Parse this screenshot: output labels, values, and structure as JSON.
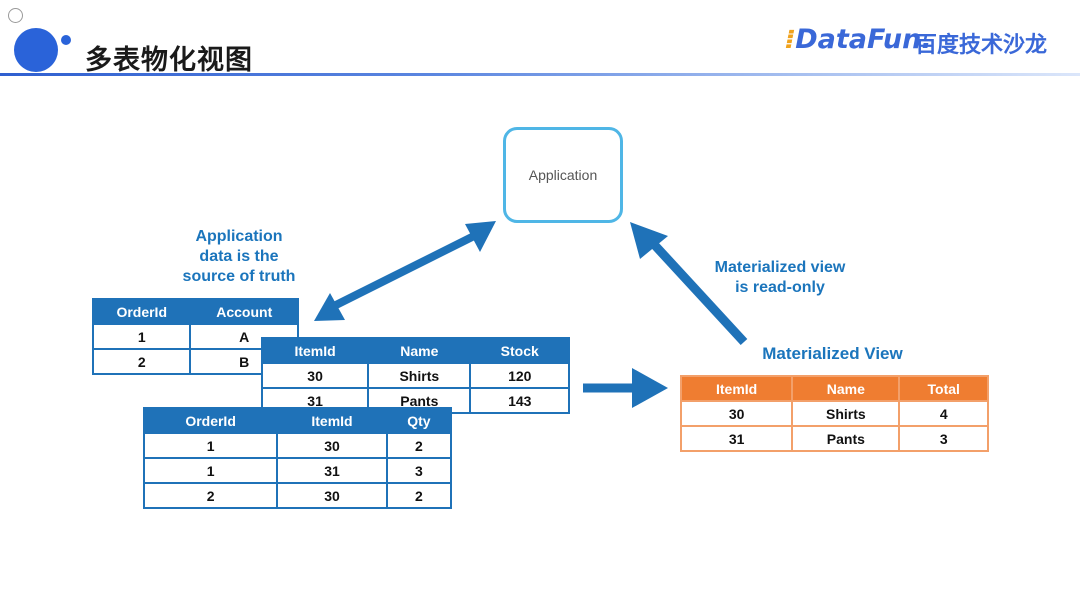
{
  "header": {
    "title": "多表物化视图",
    "logo_datafun": "DataFun.",
    "logo_baidu": "百度技术沙龙"
  },
  "diagram": {
    "application_label": "Application",
    "left_caption": [
      "Application",
      "data is the",
      "source of truth"
    ],
    "right_caption": [
      "Materialized view",
      "is read-only"
    ],
    "mv_title": "Materialized View"
  },
  "tables": {
    "orders": {
      "columns": [
        "OrderId",
        "Account"
      ],
      "rows": [
        [
          "1",
          "A"
        ],
        [
          "2",
          "B"
        ]
      ]
    },
    "items": {
      "columns": [
        "ItemId",
        "Name",
        "Stock"
      ],
      "rows": [
        [
          "30",
          "Shirts",
          "120"
        ],
        [
          "31",
          "Pants",
          "143"
        ]
      ]
    },
    "order_items": {
      "columns": [
        "OrderId",
        "ItemId",
        "Qty"
      ],
      "rows": [
        [
          "1",
          "30",
          "2"
        ],
        [
          "1",
          "31",
          "3"
        ],
        [
          "2",
          "30",
          "2"
        ]
      ]
    },
    "materialized": {
      "columns": [
        "ItemId",
        "Name",
        "Total"
      ],
      "rows": [
        [
          "30",
          "Shirts",
          "4"
        ],
        [
          "31",
          "Pants",
          "3"
        ]
      ]
    }
  },
  "colors": {
    "primary_blue": "#1f72b8",
    "header_blue": "#2a63d9",
    "orange": "#ef7d31",
    "app_border": "#4fb6e6"
  }
}
